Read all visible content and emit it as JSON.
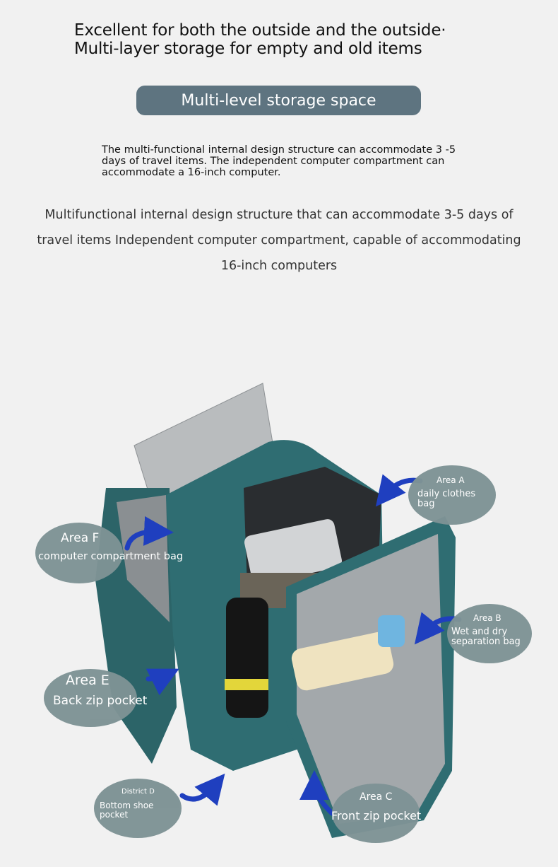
{
  "header": {
    "headline_line1": "Excellent for both the outside and the outside·",
    "headline_line2": "Multi-layer storage for empty and old items",
    "section_badge": "Multi-level storage space",
    "description_short": "The multi-functional internal design structure can accommodate 3 -5 days of travel items. The independent computer compartment can accommodate a 16-inch computer.",
    "description_long": "Multifunctional internal design structure that can accommodate 3-5 days of travel items Independent computer compartment, capable of accommodating 16-inch computers"
  },
  "callouts": {
    "a": {
      "title": "Area A",
      "desc": "daily clothes bag"
    },
    "b": {
      "title": "Area B",
      "desc": "Wet and dry separation bag"
    },
    "c": {
      "title": "Area C",
      "desc": "Front zip pocket"
    },
    "d": {
      "title": "District D",
      "desc": "Bottom shoe pocket"
    },
    "e": {
      "title": "Area E",
      "desc": "Back zip pocket"
    },
    "f": {
      "title": "Area F",
      "desc": "computer compartment bag"
    }
  },
  "colors": {
    "bubble": "#7e9395",
    "badge": "#5e7480",
    "bag": "#2f6d72",
    "arrow": "#1f3fbf"
  }
}
